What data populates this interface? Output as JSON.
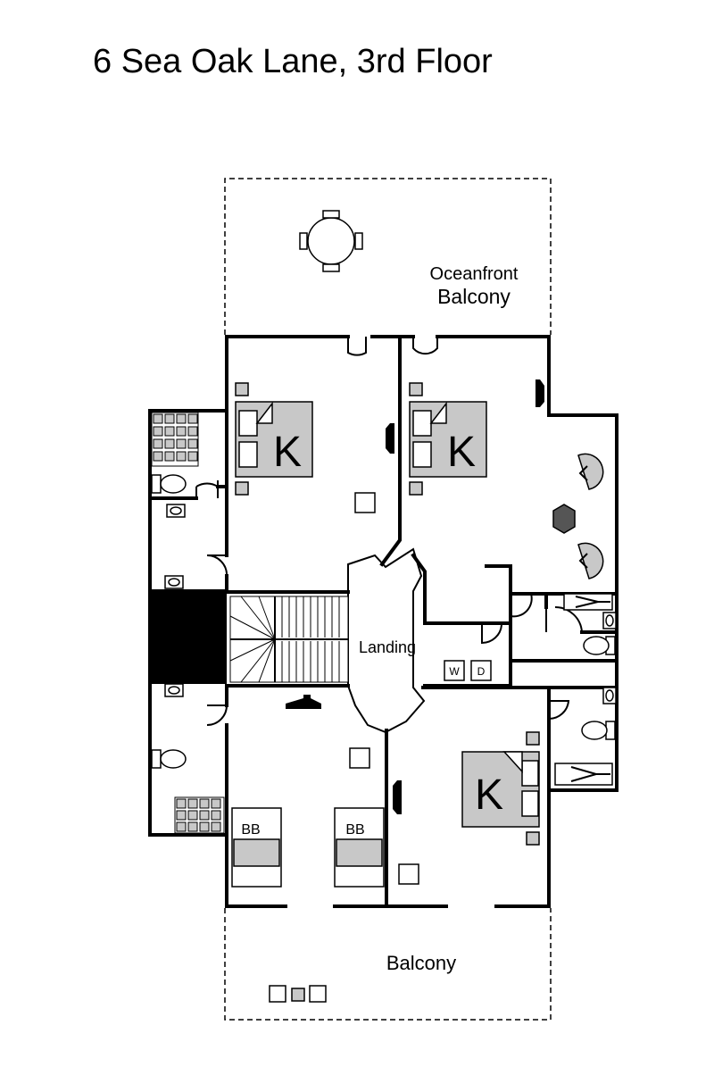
{
  "title": "6 Sea Oak Lane, 3rd Floor",
  "rooms": {
    "oceanfront_balcony_line1": "Oceanfront",
    "oceanfront_balcony_line2": "Balcony",
    "bed_master_left": "K",
    "bed_master_right": "K",
    "bed_south_right": "K",
    "bunk_left": "BB",
    "bunk_right": "BB",
    "landing": "Landing",
    "washer": "W",
    "dryer": "D",
    "rear_balcony": "Balcony"
  }
}
